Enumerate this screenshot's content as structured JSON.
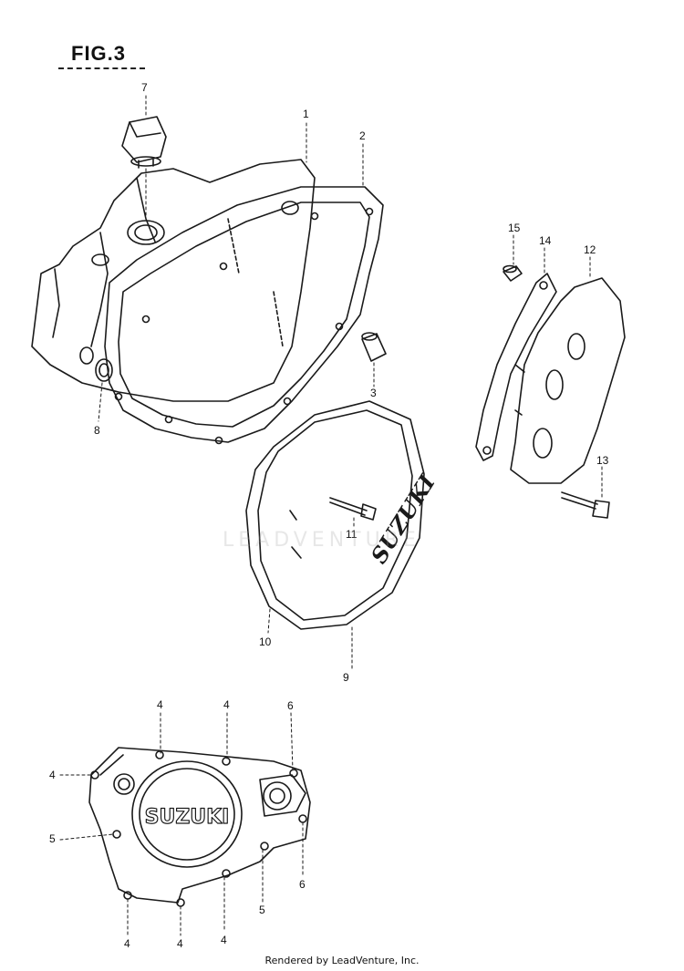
{
  "figure": {
    "title": "FIG.3"
  },
  "callouts": [
    {
      "id": "c1",
      "label": "1"
    },
    {
      "id": "c2",
      "label": "2"
    },
    {
      "id": "c3",
      "label": "3"
    },
    {
      "id": "c4a",
      "label": "4"
    },
    {
      "id": "c4b",
      "label": "4"
    },
    {
      "id": "c4c",
      "label": "4"
    },
    {
      "id": "c4d",
      "label": "4"
    },
    {
      "id": "c4e",
      "label": "4"
    },
    {
      "id": "c4f",
      "label": "4"
    },
    {
      "id": "c5a",
      "label": "5"
    },
    {
      "id": "c5b",
      "label": "5"
    },
    {
      "id": "c6a",
      "label": "6"
    },
    {
      "id": "c6b",
      "label": "6"
    },
    {
      "id": "c7",
      "label": "7"
    },
    {
      "id": "c8",
      "label": "8"
    },
    {
      "id": "c9",
      "label": "9"
    },
    {
      "id": "c10",
      "label": "10"
    },
    {
      "id": "c11",
      "label": "11"
    },
    {
      "id": "c12",
      "label": "12"
    },
    {
      "id": "c13",
      "label": "13"
    },
    {
      "id": "c14",
      "label": "14"
    },
    {
      "id": "c15",
      "label": "15"
    }
  ],
  "parts": {
    "crankcase_cover_logo": "SUZUKI",
    "magneto_cover_logo": "SUZUKI"
  },
  "watermark": "LEADVENTURE",
  "footer": {
    "credit": "Rendered by LeadVenture, Inc."
  }
}
